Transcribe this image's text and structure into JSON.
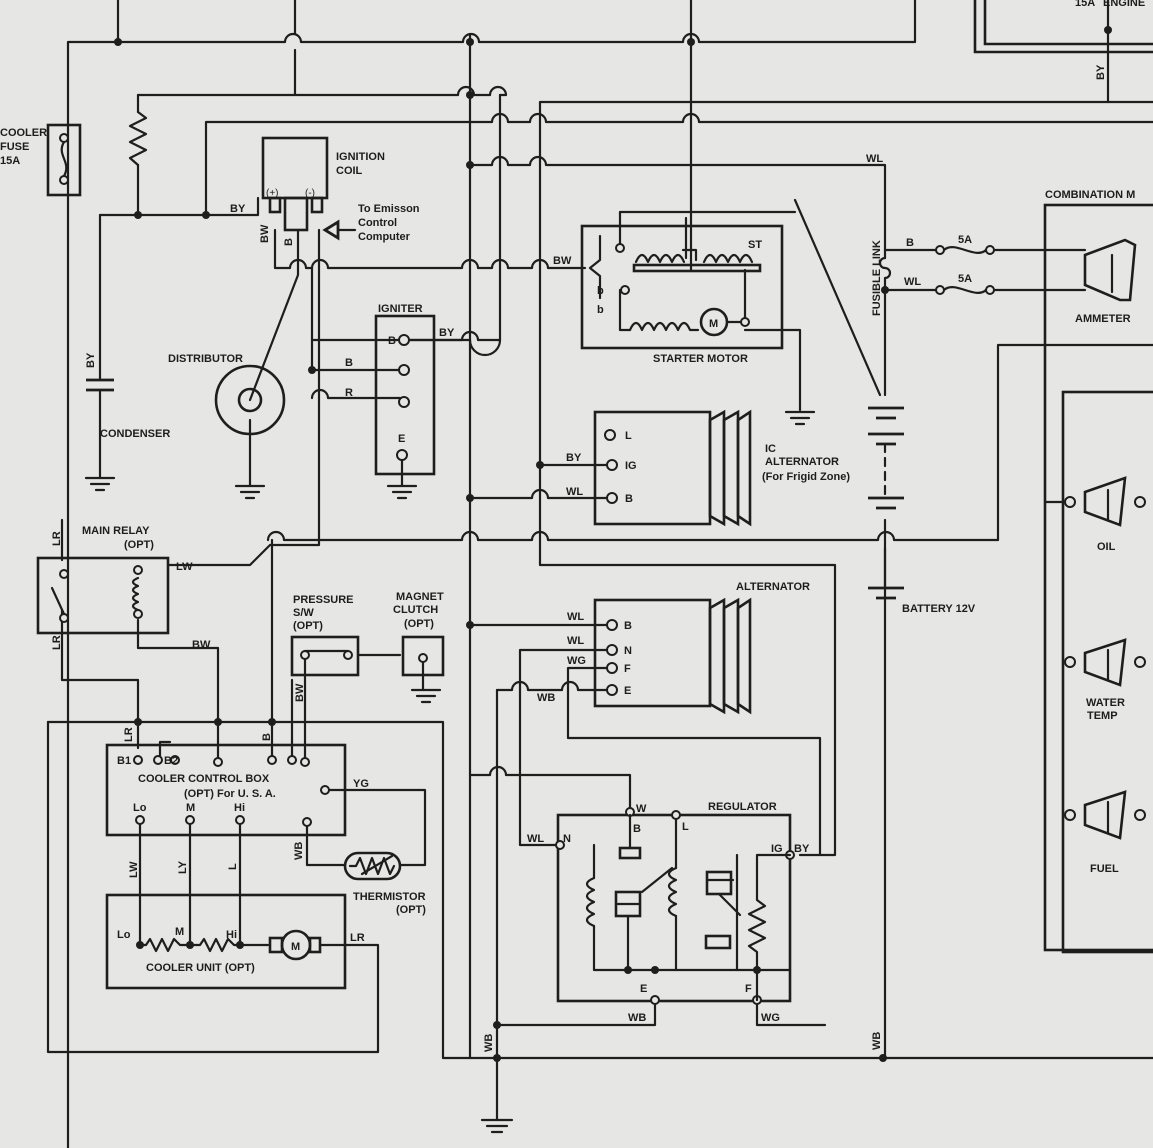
{
  "components": {
    "cooler_fuse": [
      "COOLER",
      "FUSE",
      "15A"
    ],
    "ignition_coil": [
      "IGNITION",
      "COIL"
    ],
    "emission_note": [
      "To Emisson",
      "Control",
      "Computer"
    ],
    "coil_terminals": [
      "(+)",
      "(-)"
    ],
    "igniter": "IGNITER",
    "distributor": "DISTRIBUTOR",
    "condenser": "CONDENSER",
    "starter_motor": "STARTER MOTOR",
    "motor_symbol": "M",
    "starter_terminals": [
      "ST",
      "b",
      "b"
    ],
    "fusible_link": "FUSIBLE LINK",
    "fuse_5a": "5A",
    "ammeter": "AMMETER",
    "combination_meter": "COMBINATION M",
    "ic_alternator": [
      "IC",
      "ALTERNATOR",
      "(For Frigid Zone)"
    ],
    "battery": "BATTERY 12V",
    "main_relay": [
      "MAIN RELAY",
      "(OPT)"
    ],
    "pressure_sw": [
      "PRESSURE",
      "S/W",
      "(OPT)"
    ],
    "magnet_clutch": [
      "MAGNET",
      "CLUTCH",
      "(OPT)"
    ],
    "alternator": "ALTERNATOR",
    "regulator": "REGULATOR",
    "cooler_control_box": [
      "COOLER  CONTROL  BOX",
      "(OPT)  For  U.  S.  A."
    ],
    "thermistor": [
      "THERMISTOR",
      "(OPT)"
    ],
    "cooler_unit": "COOLER  UNIT  (OPT)",
    "gauges": [
      "OIL",
      "WATER",
      "TEMP",
      "FUEL"
    ],
    "top_right": [
      "15A",
      "ENGINE"
    ]
  },
  "terminals": {
    "igniter": [
      "B",
      "E"
    ],
    "ic_alternator": [
      "L",
      "IG",
      "B"
    ],
    "alternator": [
      "B",
      "N",
      "F",
      "E"
    ],
    "regulator": [
      "W",
      "B",
      "L",
      "N",
      "IG",
      "E",
      "F"
    ],
    "control_box_top": [
      "B1",
      "B2"
    ],
    "control_box_bottom": [
      "Lo",
      "M",
      "Hi"
    ],
    "cooler_unit": [
      "Lo",
      "M",
      "Hi"
    ]
  },
  "wire_labels": {
    "by": "BY",
    "bw": "BW",
    "b": "B",
    "r": "R",
    "wl": "WL",
    "lw": "LW",
    "lr": "LR",
    "wg": "WG",
    "wb": "WB",
    "yg": "YG",
    "ly": "LY",
    "l": "L"
  }
}
